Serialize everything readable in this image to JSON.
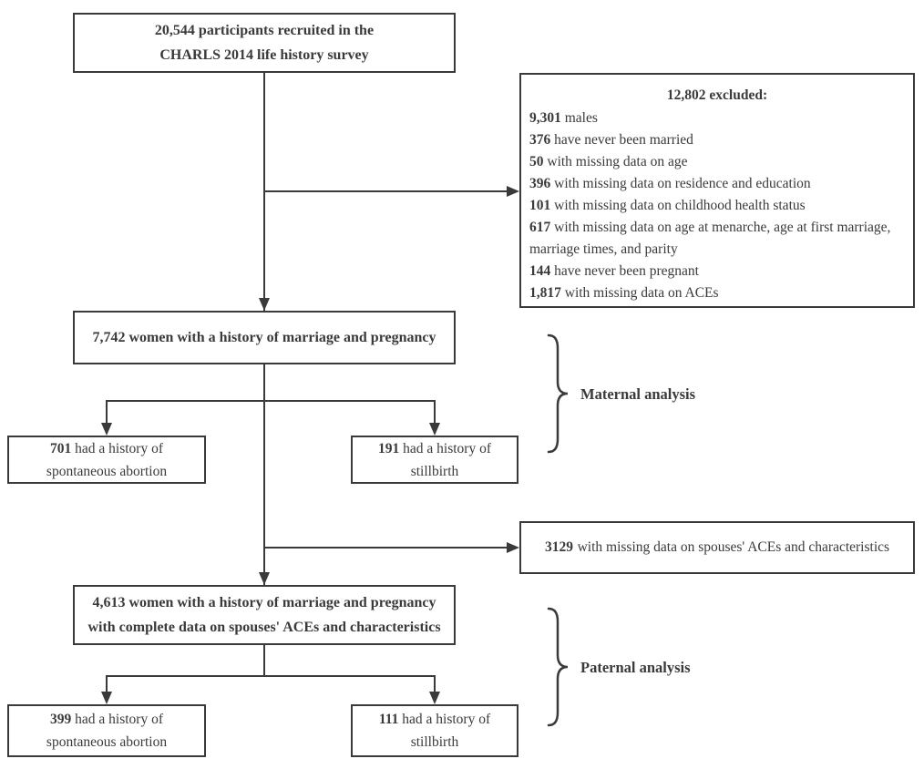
{
  "diagram": {
    "top_box": {
      "line1": "20,544 participants recruited in the",
      "line2": "CHARLS 2014 life history survey"
    },
    "excluded_box": {
      "header": "12,802 excluded:",
      "items": [
        {
          "value": "9,301",
          "label": "males"
        },
        {
          "value": "376",
          "label": "have never been married"
        },
        {
          "value": "50",
          "label": "with missing data on age"
        },
        {
          "value": "396",
          "label": "with missing data on residence and education"
        },
        {
          "value": "101",
          "label": "with missing data on childhood health status"
        },
        {
          "value": "617",
          "label": "with missing data on age at menarche, age at first marriage, marriage times, and parity"
        },
        {
          "value": "144",
          "label": "have never been pregnant"
        },
        {
          "value": "1,817",
          "label": "with missing data on ACEs"
        }
      ]
    },
    "maternal_cohort_box": {
      "text": "7,742 women with a history of marriage and pregnancy"
    },
    "maternal_abortion_box": {
      "value": "701",
      "label": "had a history of",
      "label2": "spontaneous abortion"
    },
    "maternal_stillbirth_box": {
      "value": "191",
      "label": "had a history of",
      "label2": "stillbirth"
    },
    "maternal_label": "Maternal analysis",
    "spouse_excluded_box": {
      "value": "3129",
      "label": "with missing data on spouses' ACEs and characteristics"
    },
    "paternal_cohort_box": {
      "line1": "4,613 women with a history of marriage and pregnancy",
      "line2": "with complete data on spouses' ACEs and characteristics"
    },
    "paternal_abortion_box": {
      "value": "399",
      "label": "had a history of",
      "label2": "spontaneous abortion"
    },
    "paternal_stillbirth_box": {
      "value": "111",
      "label": "had a history of",
      "label2": "stillbirth"
    },
    "paternal_label": "Paternal analysis"
  },
  "colors": {
    "line": "#3a3a3a",
    "text": "#3a3a3a",
    "background": "#ffffff"
  }
}
